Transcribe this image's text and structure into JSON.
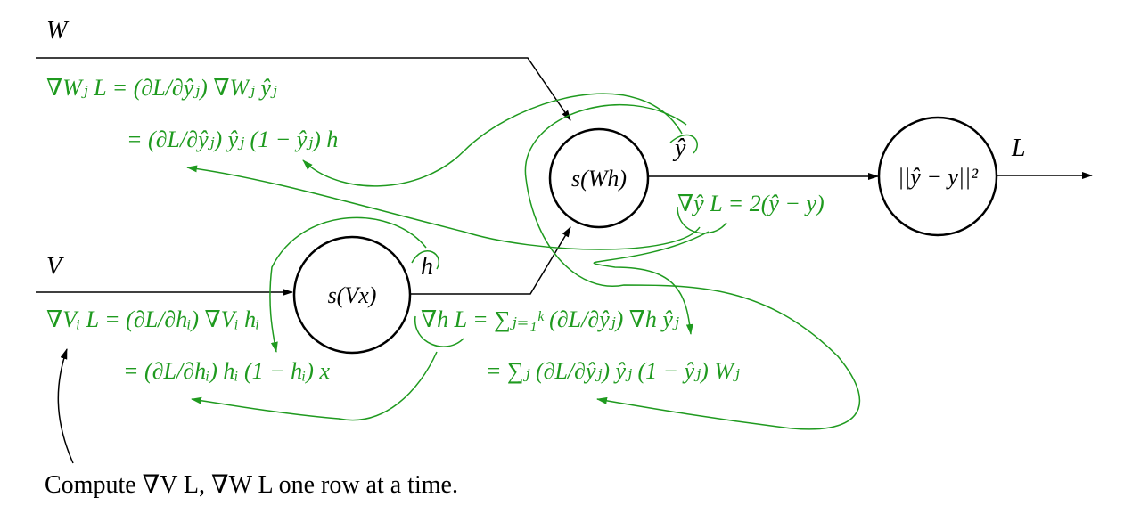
{
  "labels": {
    "W": "W",
    "V": "V",
    "h": "h",
    "y_hat": "ŷ",
    "L": "L"
  },
  "nodes": {
    "s_wh": "s(Wh)",
    "s_vx": "s(Vx)",
    "loss": "||ŷ − y||²"
  },
  "equations": {
    "grad_w_line1": "∇Wⱼ L = (∂L/∂ŷⱼ) ∇Wⱼ ŷⱼ",
    "grad_w_line2": "= (∂L/∂ŷⱼ) ŷⱼ (1 − ŷⱼ) h",
    "grad_yhat": "∇ŷ L = 2(ŷ − y)",
    "grad_v_line1": "∇Vᵢ L = (∂L/∂hᵢ) ∇Vᵢ hᵢ",
    "grad_v_line2": "= (∂L/∂hᵢ) hᵢ (1 − hᵢ) x",
    "grad_h_line1": "∇h L = ∑ⱼ₌₁ᵏ (∂L/∂ŷⱼ) ∇h ŷⱼ",
    "grad_h_line2": "= ∑ⱼ (∂L/∂ŷⱼ) ŷⱼ (1 − ŷⱼ) Wⱼ"
  },
  "caption": "Compute ∇V L, ∇W L one row at a time.",
  "colors": {
    "gradient": "#1f9a1f",
    "forward": "#000000"
  }
}
